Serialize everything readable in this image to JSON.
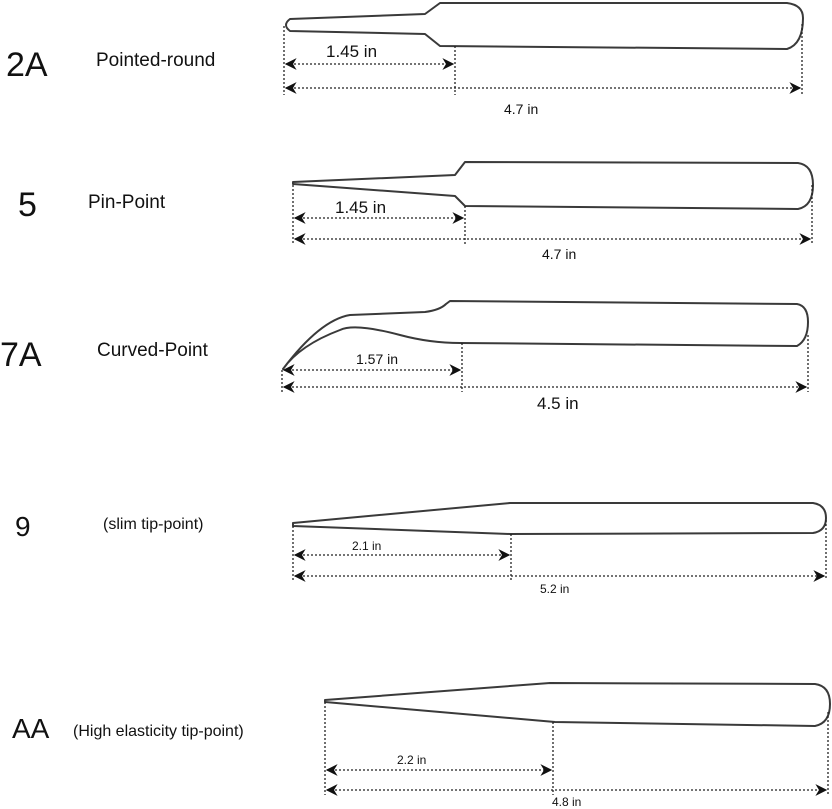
{
  "tweezers": [
    {
      "code": "2A",
      "name": "Pointed-round",
      "tip_length": "1.45 in",
      "total_length": "4.7 in"
    },
    {
      "code": "5",
      "name": "Pin-Point",
      "tip_length": "1.45 in",
      "total_length": "4.7 in"
    },
    {
      "code": "7A",
      "name": "Curved-Point",
      "tip_length": "1.57 in",
      "total_length": "4.5 in"
    },
    {
      "code": "9",
      "name": "(slim tip-point)",
      "tip_length": "2.1 in",
      "total_length": "5.2 in"
    },
    {
      "code": "AA",
      "name": "(High elasticity tip-point)",
      "tip_length": "2.2 in",
      "total_length": "4.8 in"
    }
  ]
}
